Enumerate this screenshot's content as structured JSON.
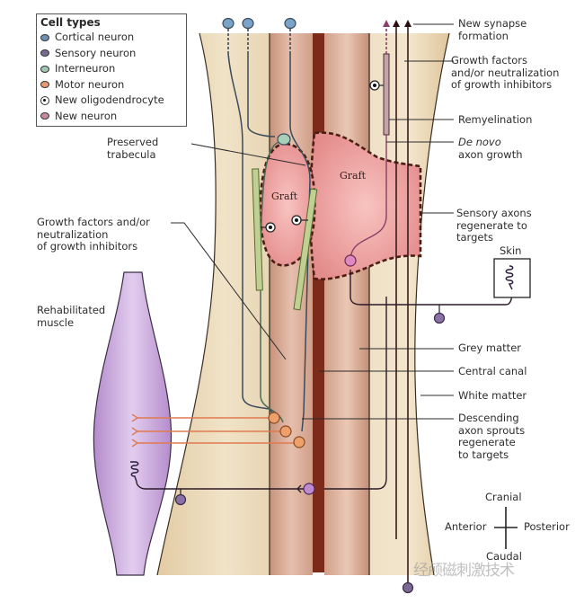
{
  "legend": {
    "title": "Cell types",
    "items": [
      {
        "label": "Cortical neuron",
        "icon": "cortical-neuron-dot",
        "color": "#6f8fb3"
      },
      {
        "label": "Sensory neuron",
        "icon": "sensory-neuron-dot",
        "color": "#7a6a93"
      },
      {
        "label": "Interneuron",
        "icon": "interneuron-dot",
        "color": "#9ec8b0"
      },
      {
        "label": "Motor neuron",
        "icon": "motor-neuron-dot",
        "color": "#e89a70"
      },
      {
        "label": "New oligodendrocyte",
        "icon": "oligodendrocyte-ring-dot",
        "color": "#ffffff"
      },
      {
        "label": "New neuron",
        "icon": "new-neuron-dot",
        "color": "#c98aa0"
      }
    ]
  },
  "labels": {
    "preserved_trabecula": "Preserved\ntrabecula",
    "growth_factors_left": "Growth factors and/or\nneutralization\nof growth inhibitors",
    "rehabilitated_muscle": "Rehabilitated\nmuscle",
    "new_synapse": "New synapse\nformation",
    "growth_factors_right": "Growth factors\nand/or neutralization\nof growth inhibitors",
    "remyelination": "Remyelination",
    "de_novo_italic": "De novo",
    "de_novo_rest": "axon growth",
    "sensory_axons": "Sensory axons\nregenerate to\ntargets",
    "skin": "Skin",
    "grey_matter": "Grey matter",
    "central_canal": "Central canal",
    "white_matter": "White matter",
    "descending": "Descending\naxon sprouts\nregenerate\nto targets",
    "graft_small": "Graft",
    "graft_large": "Graft"
  },
  "orientation": {
    "cranial": "Cranial",
    "caudal": "Caudal",
    "anterior": "Anterior",
    "posterior": "Posterior"
  },
  "colors": {
    "white_matter": "#e8d6b4",
    "grey_matter": "#d4a48e",
    "central_canal": "#7a2a1a",
    "graft": "#e99a9a",
    "muscle": "#c9a8dc",
    "motor_axon": "#e07a50",
    "myelin": "#b8c88a"
  },
  "watermark": "经颅磁刺激技术"
}
